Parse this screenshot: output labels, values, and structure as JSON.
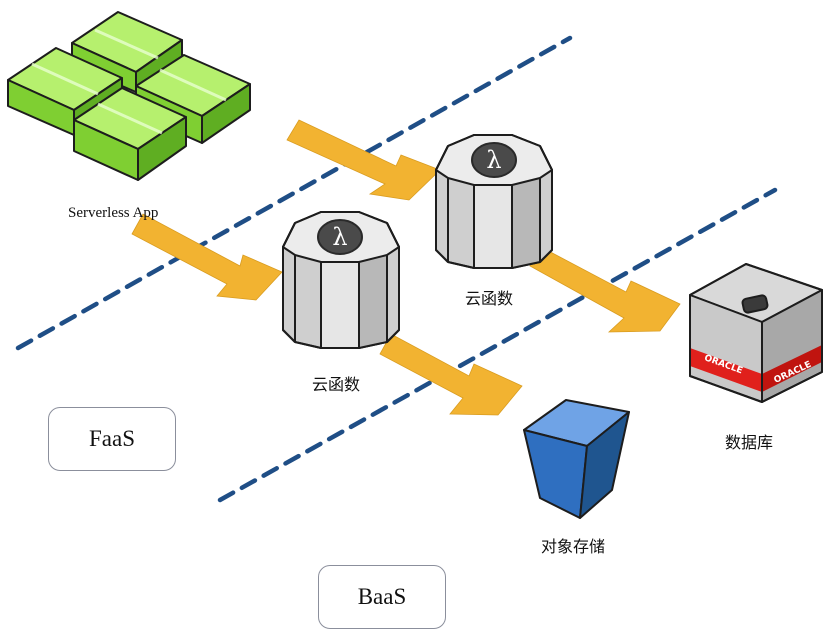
{
  "labels": {
    "serverless_app": "Serverless App",
    "cloud_function_top": "云函数",
    "cloud_function_bottom": "云函数",
    "database": "数据库",
    "object_storage": "对象存储",
    "faas": "FaaS",
    "baas": "BaaS",
    "lambda_symbol": "λ",
    "oracle_logo": "ORACLE"
  },
  "colors": {
    "arrow": "#f2b331",
    "divider": "#1f4e86",
    "app_green": "#8fe23a",
    "lambda_badge": "#4a4a4a",
    "cylinder_gray": "#d6d6d6",
    "storage_blue": "#2f6fc0",
    "oracle_red": "#e0201c"
  }
}
